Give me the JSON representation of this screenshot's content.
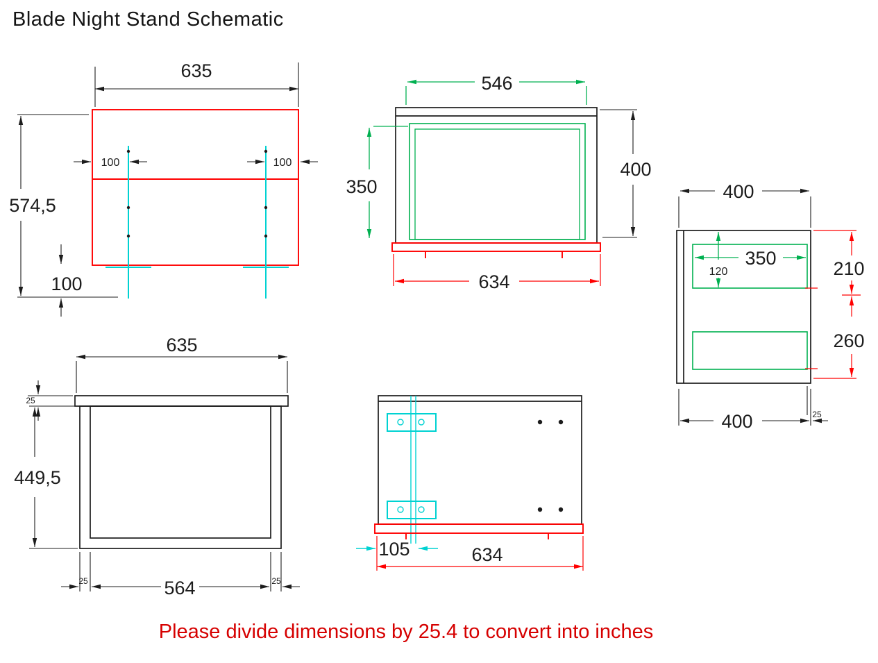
{
  "title": "Blade Night Stand Schematic",
  "footer_note": "Please divide dimensions by 25.4 to convert into inches",
  "colors": {
    "outline_red": "#ff0000",
    "outline_green": "#00b050",
    "outline_cyan": "#00d2d2",
    "line_black": "#1c1c1c",
    "note_text": "#d60000"
  },
  "front_view": {
    "width": "635",
    "total_height": "574,5",
    "leg_inset_left": "100",
    "leg_inset_right": "100",
    "leg_height": "100"
  },
  "carcass_view": {
    "inner_width": "546",
    "inner_height": "350",
    "outer_height": "400",
    "outer_width": "634"
  },
  "side_view": {
    "depth_top": "400",
    "drawer_depth": "350",
    "drawer_offset": "120",
    "upper_section": "210",
    "lower_section": "260",
    "depth_bottom": "400",
    "panel_thickness": "25"
  },
  "frame_view": {
    "width": "635",
    "top_thickness": "25",
    "height": "449,5",
    "inner_width": "564",
    "left_leg_thickness": "25",
    "right_leg_thickness": "25"
  },
  "bottom_view": {
    "leg_offset": "105",
    "width": "634"
  }
}
